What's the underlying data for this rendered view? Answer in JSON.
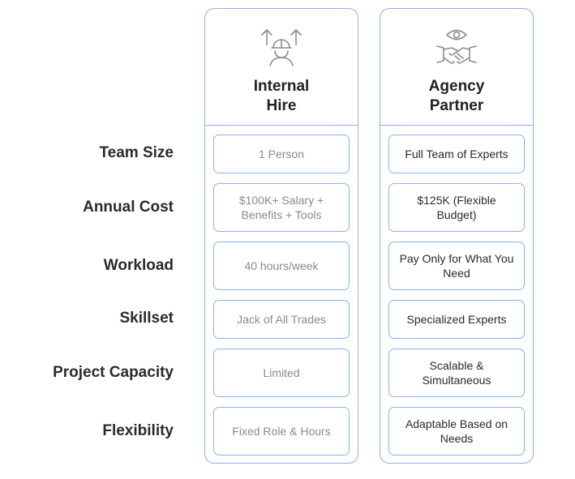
{
  "columns": {
    "internal": {
      "title_line1": "Internal",
      "title_line2": "Hire",
      "icon": "worker-arrows-icon"
    },
    "agency": {
      "title_line1": "Agency",
      "title_line2": "Partner",
      "icon": "handshake-eye-icon"
    }
  },
  "rows": [
    {
      "label": "Team Size",
      "internal": "1 Person",
      "agency": "Full Team of Experts"
    },
    {
      "label": "Annual Cost",
      "internal": "$100K+  Salary + Benefits + Tools",
      "agency": "$125K (Flexible Budget)"
    },
    {
      "label": "Workload",
      "internal": "40 hours/week",
      "agency": "Pay Only for What You Need"
    },
    {
      "label": "Skillset",
      "internal": "Jack of All Trades",
      "agency": "Specialized Experts"
    },
    {
      "label": "Project Capacity",
      "internal": "Limited",
      "agency": "Scalable & Simultaneous"
    },
    {
      "label": "Flexibility",
      "internal": "Fixed Role & Hours",
      "agency": "Adaptable Based on Needs"
    }
  ],
  "colors": {
    "border": "#8db1ea",
    "icon": "#8c8c8c"
  }
}
